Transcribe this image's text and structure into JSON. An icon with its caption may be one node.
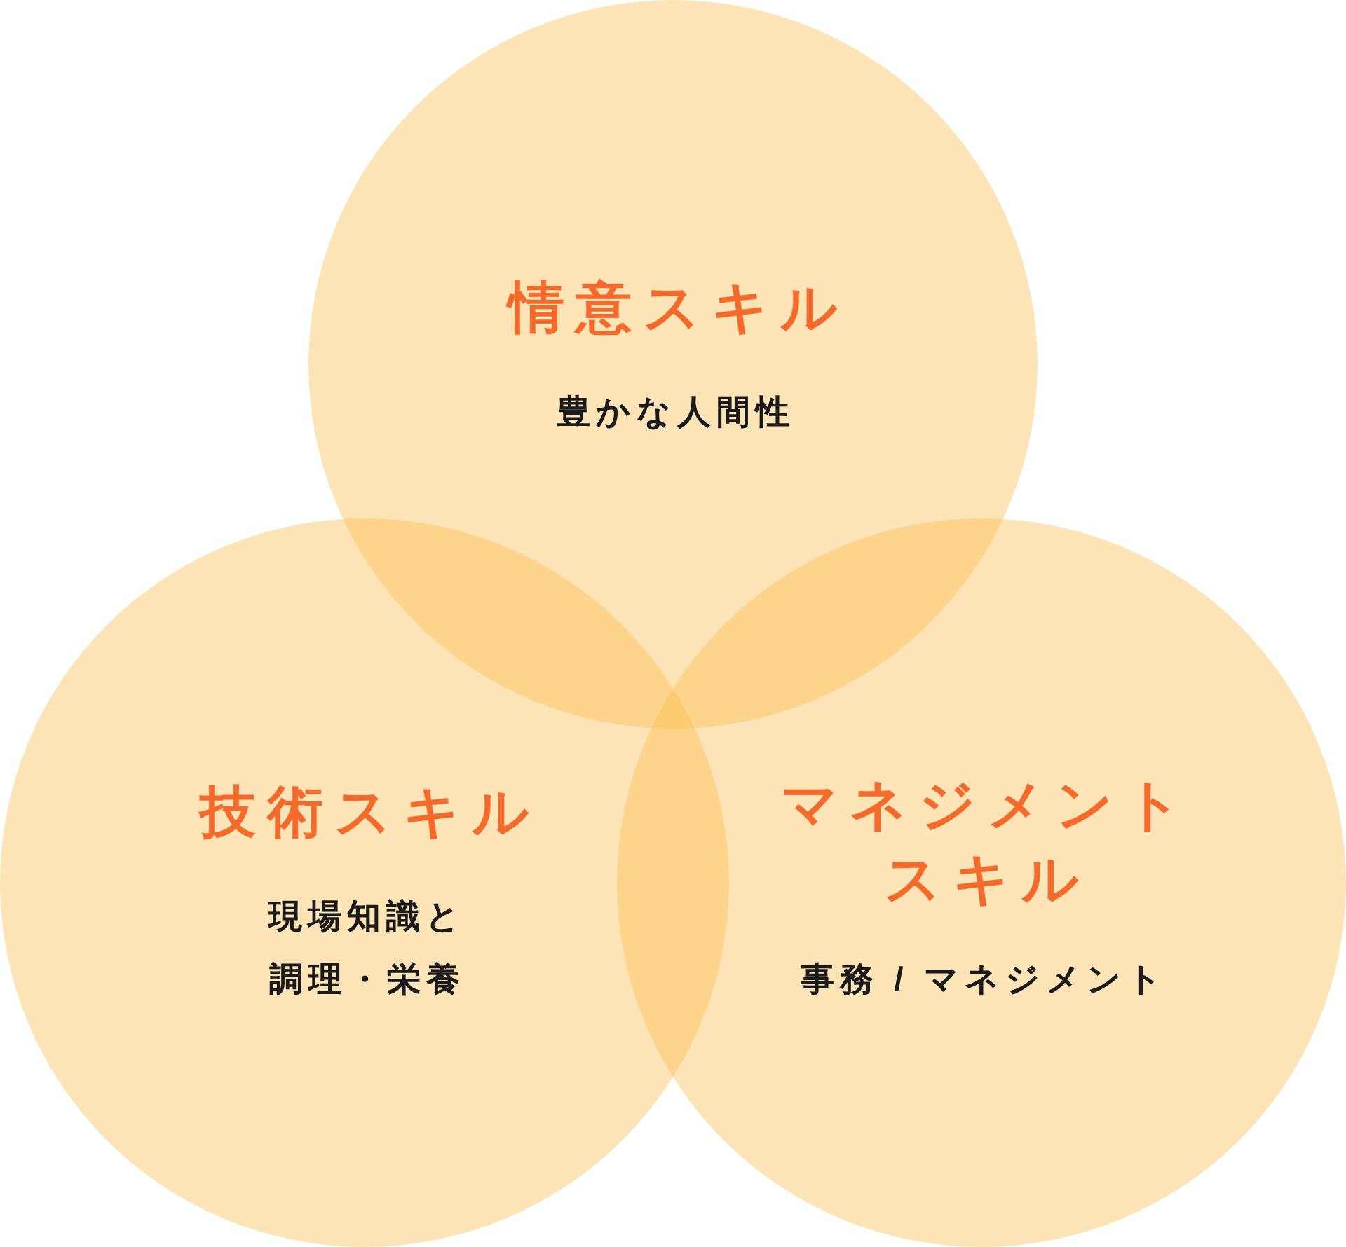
{
  "diagram": {
    "nodes": [
      {
        "text": [
          "情意スキル",
          "豊かな人間性"
        ]
      },
      {
        "text": [
          "技術スキル",
          "現場知識と調理・栄養"
        ]
      },
      {
        "text": [
          "マネジメントスキル",
          "事務 / マネジメント"
        ]
      }
    ]
  }
}
